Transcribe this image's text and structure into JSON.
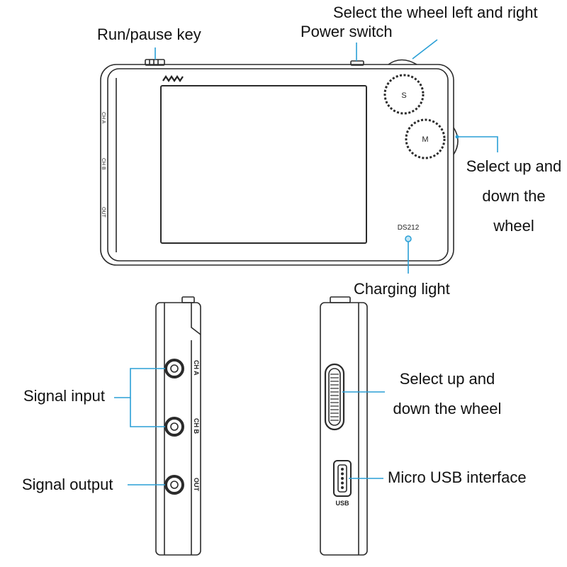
{
  "labels": {
    "run_pause_key": "Run/pause key",
    "power_switch": "Power switch",
    "select_wheel_left_right": "Select the wheel left and right",
    "select_up_down_front": [
      "Select up and",
      "down the",
      "wheel"
    ],
    "charging_light": "Charging light",
    "signal_input": "Signal input",
    "signal_output": "Signal output",
    "select_up_down_side": [
      "Select up and",
      "down the wheel"
    ],
    "micro_usb_interface": "Micro USB interface"
  },
  "device": {
    "model": "DS212",
    "ports": {
      "ch_a": "CH A",
      "ch_b": "CH B",
      "out": "OUT"
    },
    "usb_label": "USB",
    "button_s": "S",
    "button_m": "M"
  },
  "colors": {
    "callout_line": "#2a9fd6",
    "outline": "#2b2b2b",
    "text": "#111111"
  }
}
